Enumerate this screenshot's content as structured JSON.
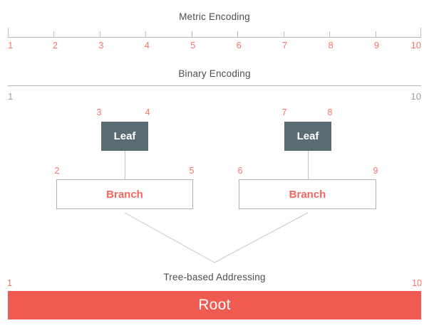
{
  "colors": {
    "accent": "#ef5b51",
    "accent_text": "#f2665c",
    "range_number": "#f3756b",
    "leaf_fill": "#5b6b74",
    "title_gray": "#4d4d4d",
    "number_gray": "#9c9c9c",
    "line_gray": "#b5b5b5"
  },
  "metric_encoding": {
    "title": "Metric Encoding",
    "tick_labels": [
      "1",
      "2",
      "3",
      "4",
      "5",
      "6",
      "7",
      "8",
      "9",
      "10"
    ]
  },
  "binary_encoding": {
    "title": "Binary Encoding",
    "left_label": "1",
    "right_label": "10"
  },
  "tree": {
    "leaves": [
      {
        "label": "Leaf",
        "left_num": "3",
        "right_num": "4"
      },
      {
        "label": "Leaf",
        "left_num": "7",
        "right_num": "8"
      }
    ],
    "branches": [
      {
        "label": "Branch",
        "left_num": "2",
        "right_num": "5"
      },
      {
        "label": "Branch",
        "left_num": "6",
        "right_num": "9"
      }
    ]
  },
  "addressing": {
    "title": "Tree-based Addressing",
    "left_label": "1",
    "right_label": "10",
    "root_label": "Root"
  }
}
